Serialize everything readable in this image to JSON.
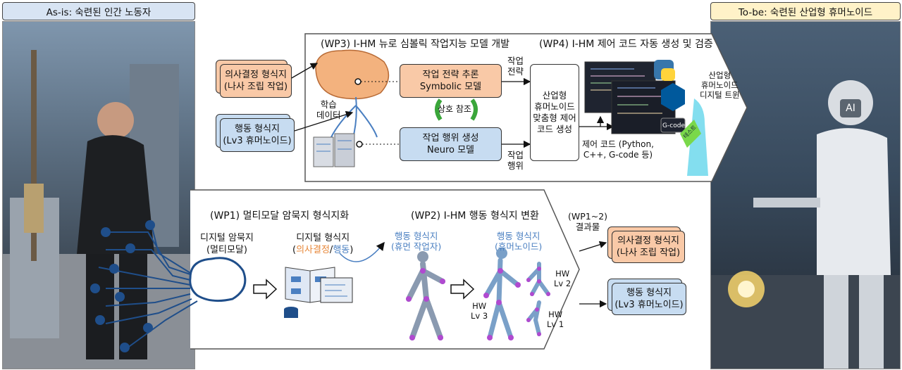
{
  "left_panel": {
    "title": "As-is: 숙련된 인간 노동자"
  },
  "right_panel": {
    "title": "To-be: 숙련된 산업형 휴머노이드",
    "ai_chip": "AI"
  },
  "wp3": {
    "title": "(WP3) I-HM 뉴로 심볼릭 작업지능 모델 개발",
    "input_decision_1": "의사결정 형식지",
    "input_decision_2": "(나사 조립 작업)",
    "input_action_1": "행동 형식지",
    "input_action_2": "(Lv3 휴머노이드)",
    "learning_data_1": "학습",
    "learning_data_2": "데이터",
    "symbolic_1": "작업 전략 추론",
    "symbolic_2": "Symbolic 모델",
    "mutual_ref": "상호 참조",
    "neuro_1": "작업 행위 생성",
    "neuro_2": "Neuro 모델",
    "strategy_1": "작업",
    "strategy_2": "전략",
    "action_1": "작업",
    "action_2": "행위"
  },
  "wp4": {
    "title": "(WP4) I-HM 제어 코드 자동 생성 및 검증",
    "generator_1": "산업형",
    "generator_2": "휴머노이드",
    "generator_3": "맞춤형 제어",
    "generator_4": "코드 생성",
    "code_caption_1": "제어 코드 (Python,",
    "code_caption_2": "C++, G-code 등)",
    "gcode_label": "G-code",
    "twin_1": "산업형",
    "twin_2": "휴머노이드",
    "twin_3": "디지털 트윈",
    "test_label": "테스트"
  },
  "wp1": {
    "title": "(WP1) 멀티모달 암묵지 형식지화",
    "tacit_1": "디지털 암묵지",
    "tacit_2": "(멀티모달)",
    "explicit_1": "디지털 형식지",
    "explicit_decision": "의사결정",
    "explicit_slash": "/",
    "explicit_action": "행동",
    "explicit_open": "(",
    "explicit_close": ")"
  },
  "wp2": {
    "title": "(WP2) I-HM 행동 형식지 변환",
    "human_1": "행동 형식지",
    "human_2": "(휴먼 작업자)",
    "humanoid_1": "행동 형식지",
    "humanoid_2": "(휴머노이드)",
    "hw_lv2_1": "HW",
    "hw_lv2_2": "Lv 2",
    "hw_lv3_1": "HW",
    "hw_lv3_2": "Lv 3",
    "hw_lv1_1": "HW",
    "hw_lv1_2": "Lv 1"
  },
  "results": {
    "title_1": "(WP1~2)",
    "title_2": "결과물",
    "decision_1": "의사결정 형식지",
    "decision_2": "(나사 조립 작업)",
    "action_1": "행동 형식지",
    "action_2": "(Lv3 휴머노이드)"
  },
  "colors": {
    "orange_box": "#f9c9a7",
    "blue_box": "#c7dcf1",
    "accent_blue": "#4a7fc1",
    "accent_orange": "#e8883a",
    "mutual_green": "#3aa63a"
  }
}
